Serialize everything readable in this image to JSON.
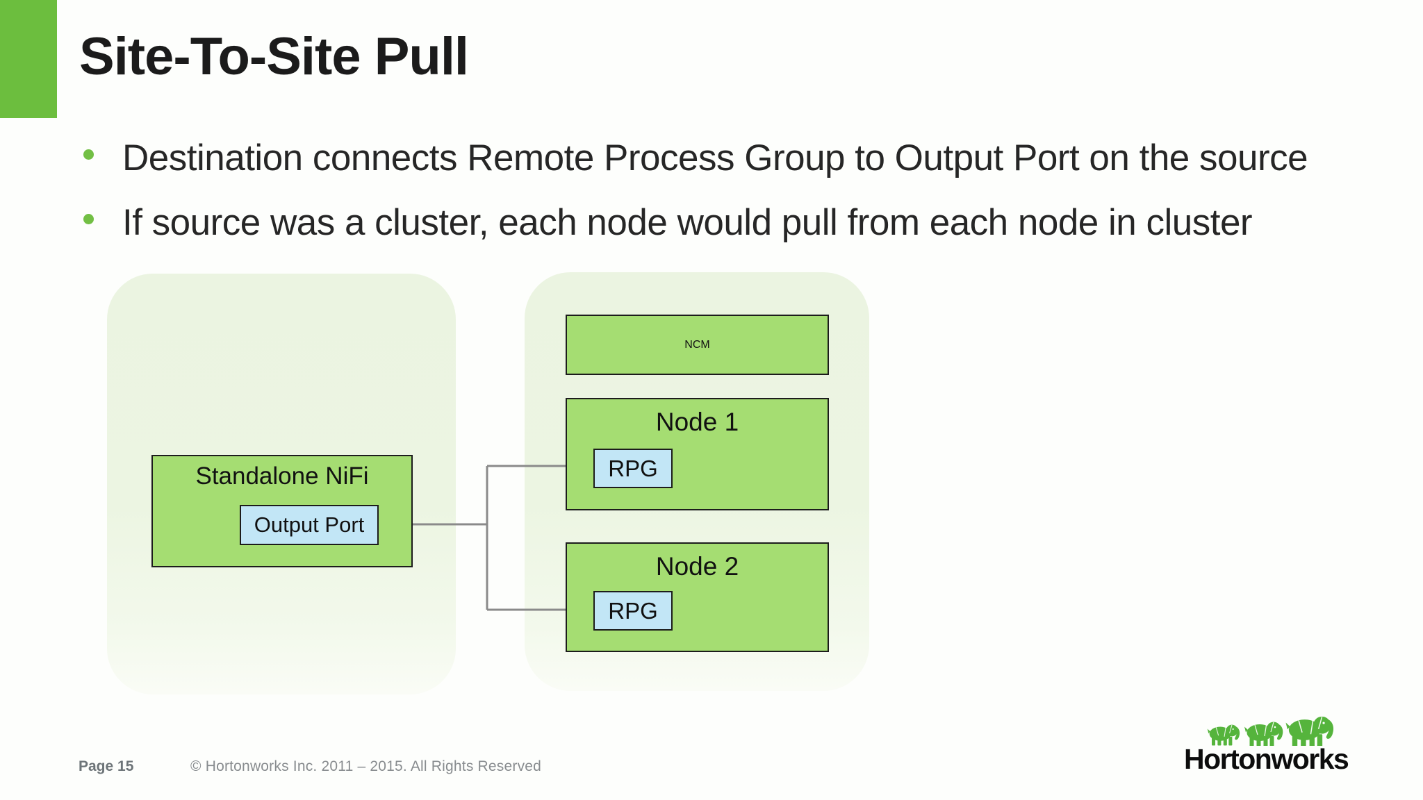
{
  "slide": {
    "title": "Site-To-Site Pull",
    "bullets": [
      "Destination connects Remote Process Group to Output Port on the source",
      "If source was a cluster, each node would pull from each node in cluster"
    ],
    "page_label": "Page 15",
    "copyright": "© Hortonworks Inc. 2011 – 2015. All Rights Reserved",
    "logo_text": "Hortonworks"
  },
  "diagram": {
    "standalone": {
      "title": "Standalone NiFi",
      "port_label": "Output Port"
    },
    "cluster": {
      "ncm_label": "NCM",
      "nodes": [
        {
          "label": "Node 1",
          "rpg_label": "RPG"
        },
        {
          "label": "Node 2",
          "rpg_label": "RPG"
        }
      ]
    }
  },
  "colors": {
    "accent_green": "#6CBE3E",
    "bullet_green": "#72BF44",
    "box_green": "#A5DD72",
    "port_blue": "#C2E6F6",
    "container_green": "#ECF5E2",
    "connector_gray": "#8A8A8A",
    "border_dark": "#1C1C1C",
    "footer_gray": "#888C8F",
    "logo_green": "#55B43C"
  }
}
